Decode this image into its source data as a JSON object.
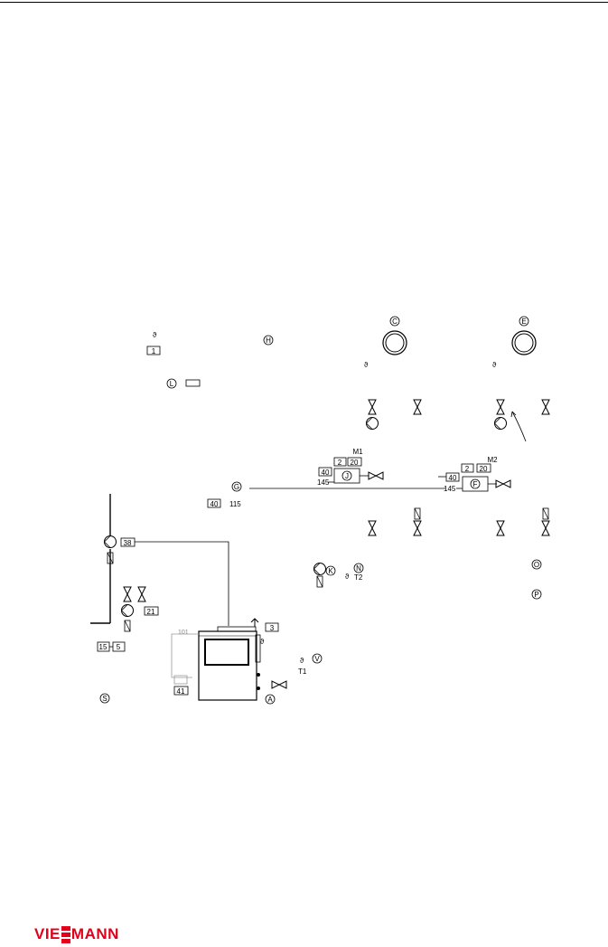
{
  "labels": {
    "C": "C",
    "E": "E",
    "H": "H",
    "L": "L",
    "G": "G",
    "K": "K",
    "N": "N",
    "V": "V",
    "A": "A",
    "S": "S",
    "F": "F",
    "J": "J",
    "O": "O",
    "P": "P"
  },
  "mixers": {
    "m1": "M1",
    "m2": "M2"
  },
  "boxes": {
    "b1": "1",
    "b2a": "2",
    "b20a": "20",
    "b40a": "40",
    "b2b": "2",
    "b20b": "20",
    "b40b": "40",
    "b40c": "40",
    "b38": "38",
    "b21": "21",
    "b3": "3",
    "b5": "5",
    "b41": "41",
    "b15": "15"
  },
  "numbers": {
    "n145a": "145",
    "n145b": "145",
    "n115": "115",
    "n101": "101",
    "t1": "T1",
    "t2": "T2"
  },
  "icons": {
    "sensor": "ϑ"
  },
  "brand": {
    "logo_left": "VIE",
    "logo_right": "MANN",
    "color": "#e2001a"
  }
}
